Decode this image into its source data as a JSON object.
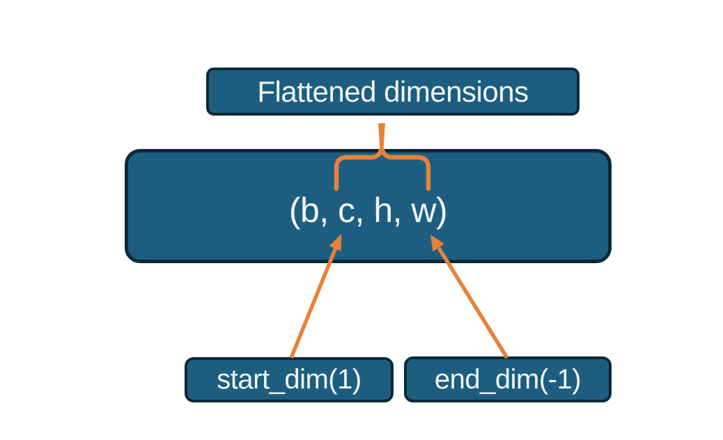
{
  "diagram": {
    "title_box": {
      "label": "Flattened dimensions"
    },
    "tensor_box": {
      "label": "(b, c, h, w)"
    },
    "start_dim_box": {
      "label": "start_dim(1)"
    },
    "end_dim_box": {
      "label": "end_dim(-1)"
    },
    "connectors": {
      "brace": "curly-brace-over-flattened-dims",
      "arrow_left": "start-dim-arrow",
      "arrow_right": "end-dim-arrow"
    }
  },
  "colors": {
    "background": "#FFFFFF",
    "box_fill": "#1D5E80",
    "box_border": "#0D2936",
    "text": "#F2F5F5",
    "accent_orange": "#E8813A"
  }
}
